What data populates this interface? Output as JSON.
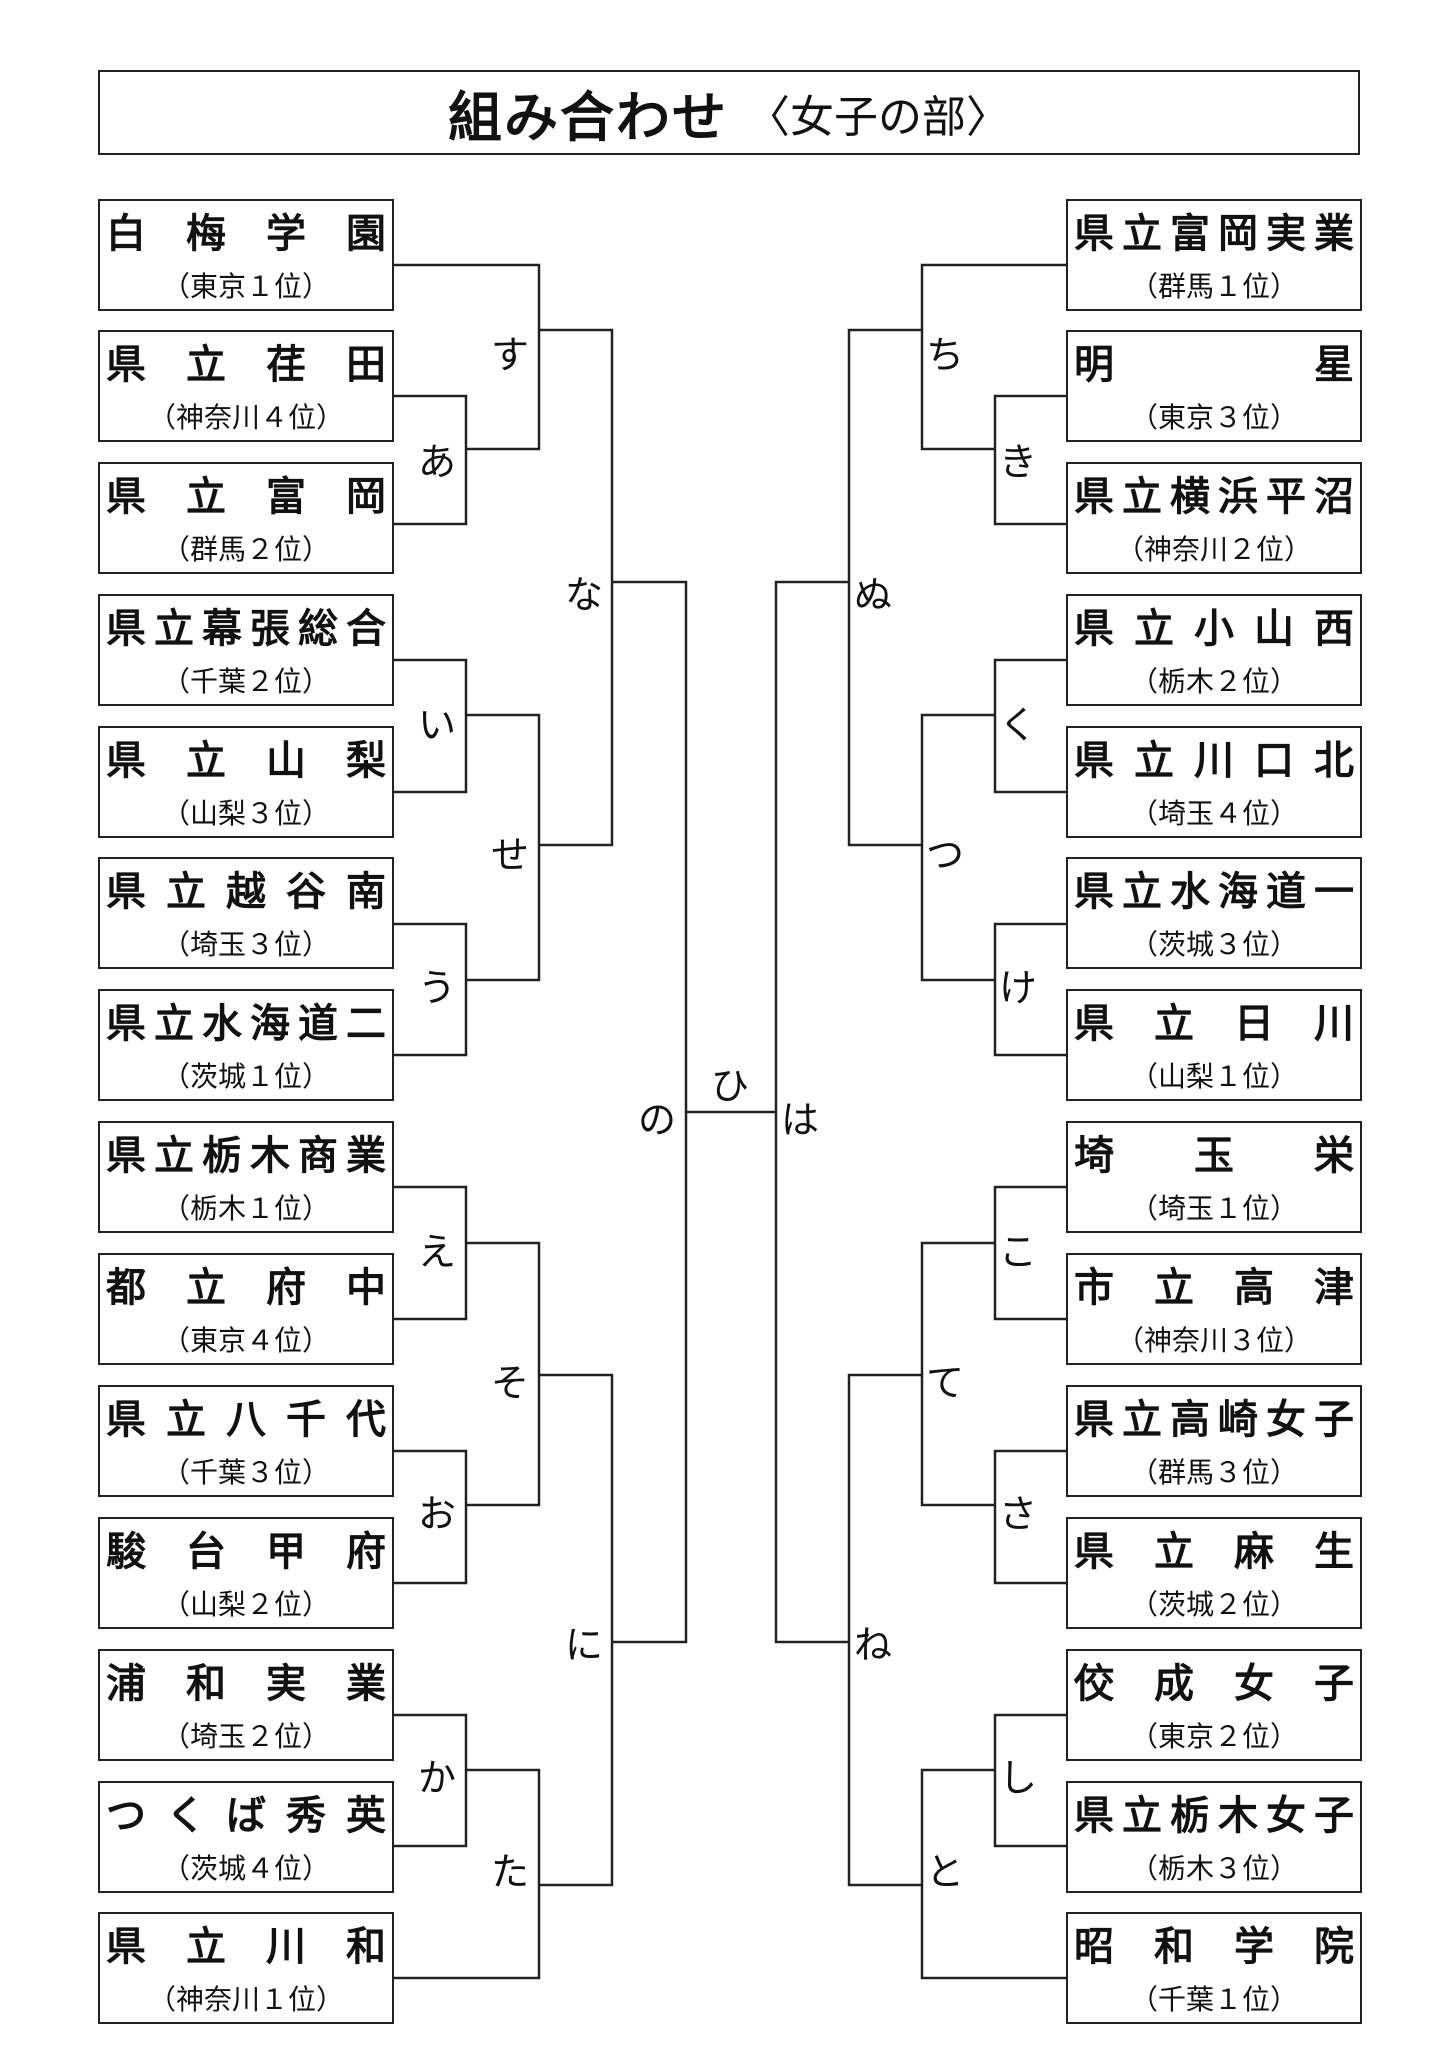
{
  "title": {
    "main": "組み合わせ",
    "sub": "〈女子の部〉"
  },
  "left_teams": [
    {
      "name": "白梅学園",
      "pref": "（東京１位）"
    },
    {
      "name": "県立荏田",
      "pref": "（神奈川４位）"
    },
    {
      "name": "県立富岡",
      "pref": "（群馬２位）"
    },
    {
      "name": "県立幕張総合",
      "pref": "（千葉２位）"
    },
    {
      "name": "県立山梨",
      "pref": "（山梨３位）"
    },
    {
      "name": "県立越谷南",
      "pref": "（埼玉３位）"
    },
    {
      "name": "県立水海道二",
      "pref": "（茨城１位）"
    },
    {
      "name": "県立栃木商業",
      "pref": "（栃木１位）"
    },
    {
      "name": "都立府中",
      "pref": "（東京４位）"
    },
    {
      "name": "県立八千代",
      "pref": "（千葉３位）"
    },
    {
      "name": "駿台甲府",
      "pref": "（山梨２位）"
    },
    {
      "name": "浦和実業",
      "pref": "（埼玉２位）"
    },
    {
      "name": "つくば秀英",
      "pref": "（茨城４位）"
    },
    {
      "name": "県立川和",
      "pref": "（神奈川１位）"
    }
  ],
  "right_teams": [
    {
      "name": "県立富岡実業",
      "pref": "（群馬１位）"
    },
    {
      "name": "明星",
      "pref": "（東京３位）"
    },
    {
      "name": "県立横浜平沼",
      "pref": "（神奈川２位）"
    },
    {
      "name": "県立小山西",
      "pref": "（栃木２位）"
    },
    {
      "name": "県立川口北",
      "pref": "（埼玉４位）"
    },
    {
      "name": "県立水海道一",
      "pref": "（茨城３位）"
    },
    {
      "name": "県立日川",
      "pref": "（山梨１位）"
    },
    {
      "name": "埼玉栄",
      "pref": "（埼玉１位）"
    },
    {
      "name": "市立高津",
      "pref": "（神奈川３位）"
    },
    {
      "name": "県立高崎女子",
      "pref": "（群馬３位）"
    },
    {
      "name": "県立麻生",
      "pref": "（茨城２位）"
    },
    {
      "name": "佼成女子",
      "pref": "（東京２位）"
    },
    {
      "name": "県立栃木女子",
      "pref": "（栃木３位）"
    },
    {
      "name": "昭和学院",
      "pref": "（千葉１位）"
    }
  ],
  "match_labels": {
    "a": "あ",
    "i": "い",
    "u": "う",
    "e": "え",
    "o": "お",
    "ka": "か",
    "ki": "き",
    "ku": "く",
    "ke": "け",
    "ko": "こ",
    "sa": "さ",
    "shi": "し",
    "su": "す",
    "se": "せ",
    "so": "そ",
    "ta": "た",
    "chi": "ち",
    "tsu": "つ",
    "te": "て",
    "to": "と",
    "na": "な",
    "ni": "に",
    "nu": "ぬ",
    "ne": "ね",
    "no": "の",
    "ha": "は",
    "hi": "ひ"
  }
}
